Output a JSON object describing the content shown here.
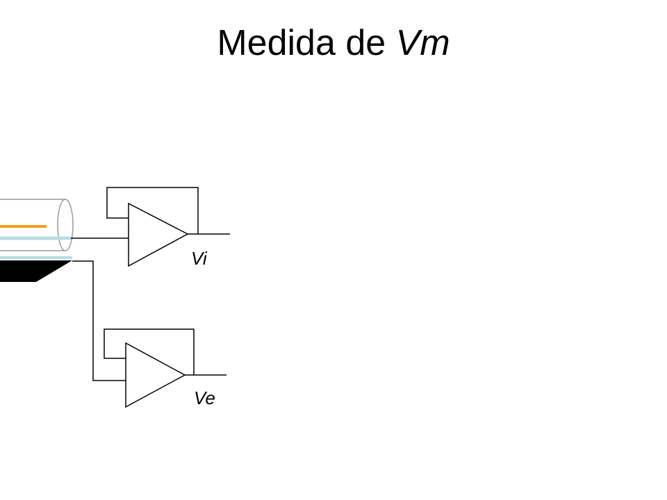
{
  "title": {
    "prefix": "Medida de ",
    "italic": "Vm"
  },
  "labels": {
    "intracellular_output": "Vi",
    "extracellular_output": "Ve"
  },
  "colors": {
    "background": "#ffffff",
    "wire": "#000000",
    "orange_electrode": "#f0a020",
    "blue_electrode": "#b8dde0",
    "pipette_outline": "#999999",
    "base_block": "#000000"
  }
}
